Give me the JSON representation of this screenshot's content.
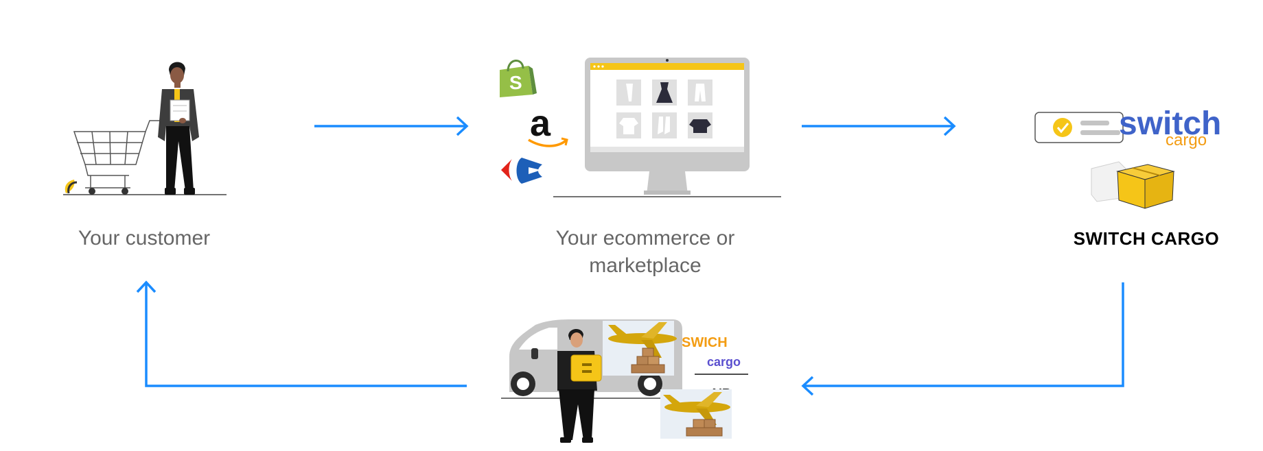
{
  "nodes": {
    "customer": {
      "label": "Your customer"
    },
    "shop": {
      "label_line1": "Your ecommerce or",
      "label_line2": "marketplace"
    },
    "cargo": {
      "label": "SWITCH CARGO",
      "logo_word1": "switch",
      "logo_word2": "cargo"
    },
    "delivery": {
      "word1": "SWICH",
      "word2": "cargo",
      "word3": "AIR"
    }
  },
  "colors": {
    "arrow": "#1a8cff",
    "brand_yellow": "#f5c518",
    "brand_blue": "#3f63c9",
    "brand_orange": "#f39c12",
    "label_gray": "#666666"
  }
}
